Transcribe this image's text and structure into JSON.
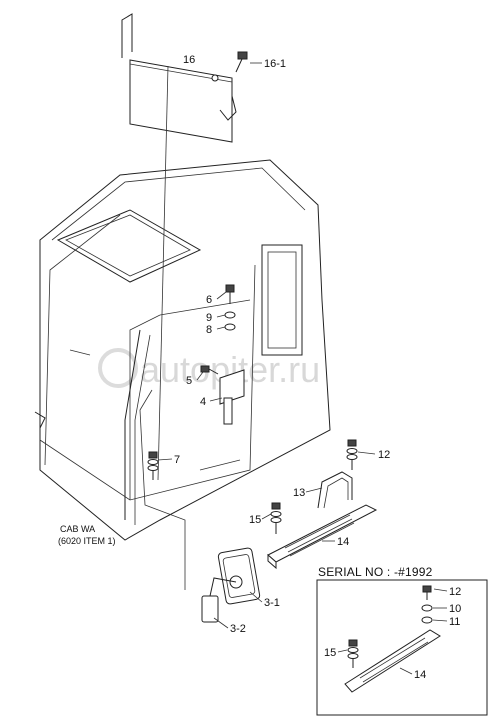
{
  "watermark": "autopiter.ru",
  "cab_caption": {
    "line1": "CAB WA",
    "line2": "(6020 ITEM 1)"
  },
  "serial_header": "SERIAL NO : -#1992",
  "callouts": {
    "c16": "16",
    "c16_1": "16-1",
    "c6": "6",
    "c9": "9",
    "c8": "8",
    "c5": "5",
    "c4": "4",
    "c7": "7",
    "c12": "12",
    "c13": "13",
    "c15": "15",
    "c14": "14",
    "c3_1": "3-1",
    "c3_2": "3-2",
    "inset_c12": "12",
    "inset_c10": "10",
    "inset_c11": "11",
    "inset_c15": "15",
    "inset_c14": "14"
  }
}
